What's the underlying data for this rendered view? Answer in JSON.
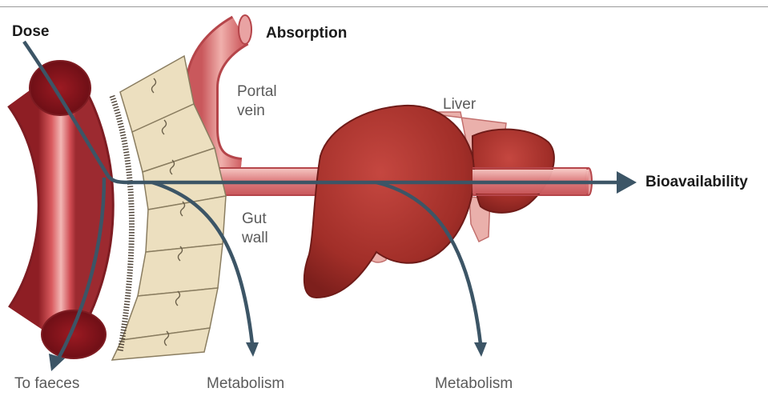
{
  "labels": {
    "dose": "Dose",
    "absorption": "Absorption",
    "portal_vein_line1": "Portal",
    "portal_vein_line2": "vein",
    "liver": "Liver",
    "bioavailability": "Bioavailability",
    "gut_wall_line1": "Gut",
    "gut_wall_line2": "wall",
    "to_faeces": "To faeces",
    "metabolism_gut": "Metabolism",
    "metabolism_liver": "Metabolism"
  },
  "colors": {
    "flow_line": "#3c5566",
    "gut_tube": "#c43a42",
    "gut_wall": "#eadfbf",
    "portal_vein": "#d9777a",
    "liver": "#a9322c"
  }
}
